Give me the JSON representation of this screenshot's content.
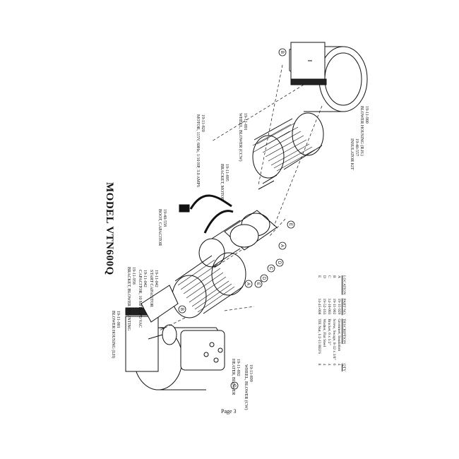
{
  "title": "MODEL VTN600Q",
  "page": "Page 3",
  "labels": {
    "blower_housing_left": [
      "19-11-901",
      "BLOWER HOUSING (LH)"
    ],
    "bracket_blower": [
      "19-11-958",
      "BRACKET, BLOWER MOUNTING"
    ],
    "capacitor": [
      "19-11-042",
      "CAPACITOR, 10 MFD, 370 VAC"
    ],
    "start_capacitor": [
      "19-11-042",
      "START CAPACITOR"
    ],
    "boot_capacitor": [
      "19-40-558",
      "BOOT, CAPACITOR"
    ],
    "heater_blower": [
      "19-11-892",
      "HEATER, BLOWER"
    ],
    "wheel_ccw": [
      "19-11-899",
      "WHEEL, BLOWER (CW)"
    ],
    "motor": [
      "19-11-820",
      "MOTOR, 115V, 60Hz, 1/10 HP, 3.0 AMPS"
    ],
    "bracket_motor": [
      "19-11-895",
      "BRACKET, MOTOR"
    ],
    "wheel_cw": [
      "19-11-891",
      "WHEEL, BLOWER (CCW)"
    ],
    "insulator": [
      "19-40-557",
      "INSULATOR KIT"
    ],
    "blower_housing_right": [
      "19-11-900",
      "BLOWER HOUSING (R.H.)"
    ]
  },
  "callouts": [
    "B",
    "B",
    "C",
    "E",
    "A",
    "D",
    "C",
    "D",
    "E",
    "A"
  ],
  "parts_table": {
    "headers": [
      "LOCATION",
      "PART NO.",
      "DESCRIPTION",
      "QTY"
    ],
    "rows": [
      [
        "A",
        "19-11-929",
        "Grommet, Insulation",
        "4"
      ],
      [
        "B",
        "19-11-902",
        "Screw, Swage, 8-32 x 3/8\"",
        "6"
      ],
      [
        "C",
        "14-10-003",
        "Bracket, 6 x 1/2\"",
        "4"
      ],
      [
        "D",
        "19-52-163",
        "Washer, Flat Steel",
        "4"
      ],
      [
        "E",
        "14-45-008",
        "TIE Nut, 1/2-13 REFS",
        "8"
      ]
    ]
  }
}
